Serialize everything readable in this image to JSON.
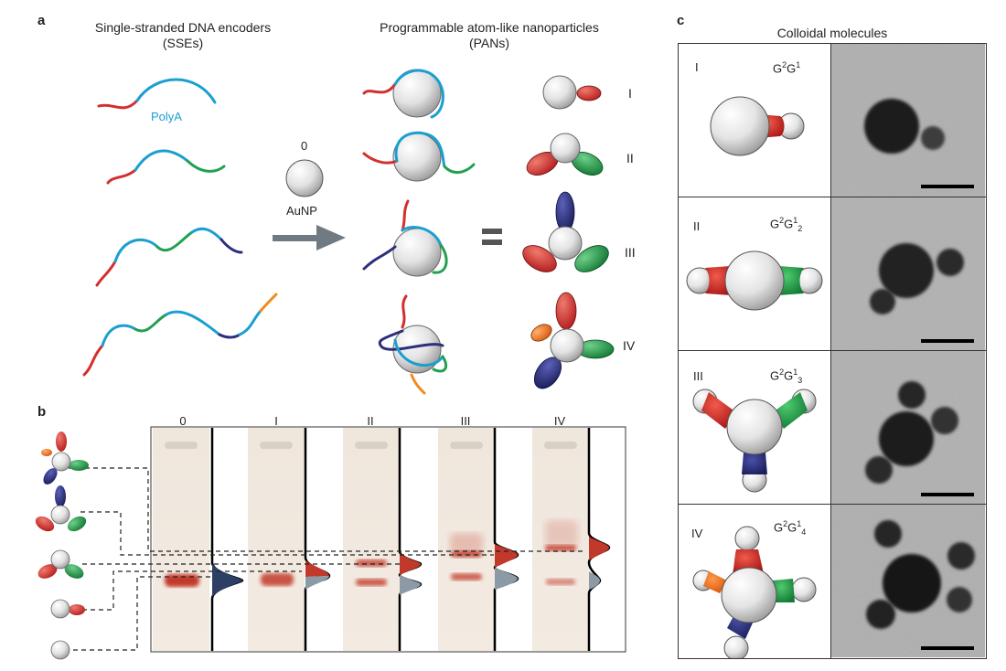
{
  "panel_a": {
    "letter": "a",
    "sse_title": "Single-stranded DNA encoders",
    "sse_subtitle": "(SSEs)",
    "pan_title": "Programmable atom-like nanoparticles",
    "pan_subtitle": "(PANs)",
    "polya_label": "PolyA",
    "aunp_number": "0",
    "aunp_label": "AuNP",
    "rows": [
      {
        "numeral": "I"
      },
      {
        "numeral": "II"
      },
      {
        "numeral": "III"
      },
      {
        "numeral": "IV"
      }
    ],
    "colors": {
      "polyA": "#1a9fd1",
      "red": "#d32f2f",
      "green": "#21a150",
      "navy": "#2c2f7a",
      "orange": "#f08a1c",
      "arrow": "#707a82"
    }
  },
  "panel_b": {
    "letter": "b",
    "lanes": [
      {
        "label": "0"
      },
      {
        "label": "I"
      },
      {
        "label": "II"
      },
      {
        "label": "III"
      },
      {
        "label": "IV"
      }
    ],
    "band_color": "#c23a2a",
    "peak_top_color": "#c0392b",
    "peak_bottom_color": "#8c9aa6"
  },
  "panel_c": {
    "letter": "c",
    "title": "Colloidal molecules",
    "rows": [
      {
        "numeral": "I",
        "formula_sup": "2",
        "formula_tail_sup": "1",
        "formula_sub": ""
      },
      {
        "numeral": "II",
        "formula_sup": "2",
        "formula_tail_sup": "1",
        "formula_sub": "2"
      },
      {
        "numeral": "III",
        "formula_sup": "2",
        "formula_tail_sup": "1",
        "formula_sub": "3"
      },
      {
        "numeral": "IV",
        "formula_sup": "2",
        "formula_tail_sup": "1",
        "formula_sub": "4"
      }
    ]
  }
}
